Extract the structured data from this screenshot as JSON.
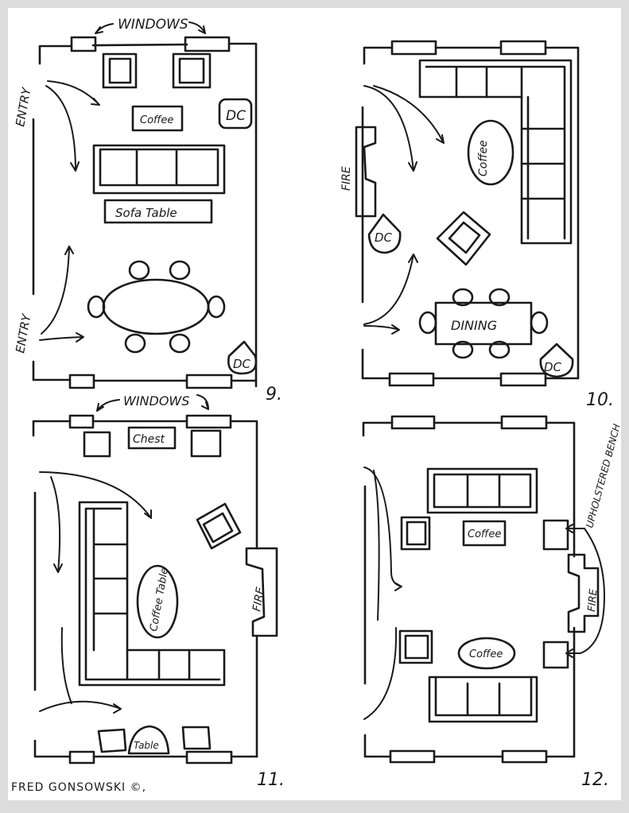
{
  "plans": [
    {
      "number": "9.",
      "labels": {
        "windows": "WINDOWS",
        "entry_top": "ENTRY",
        "entry_bottom": "ENTRY",
        "coffee": "Coffee",
        "dc_top": "DC",
        "sofa_table": "Sofa Table",
        "dc_bottom": "DC",
        "windows_bottom": "WINDOWS"
      }
    },
    {
      "number": "10.",
      "labels": {
        "fire": "FIRE",
        "coffee": "Coffee",
        "dc_left": "DC",
        "dining": "DINING",
        "dc_bottom": "DC"
      }
    },
    {
      "number": "11.",
      "labels": {
        "chest": "Chest",
        "coffee_table": "Coffee Table",
        "fire": "FIRE",
        "table": "Table"
      }
    },
    {
      "number": "12.",
      "labels": {
        "upholstered_bench": "UPHOLSTERED BENCH",
        "coffee_top": "Coffee",
        "fire": "FIRE",
        "coffee_bottom": "Coffee"
      }
    }
  ],
  "credit": "FRED GONSOWSKI ©,"
}
